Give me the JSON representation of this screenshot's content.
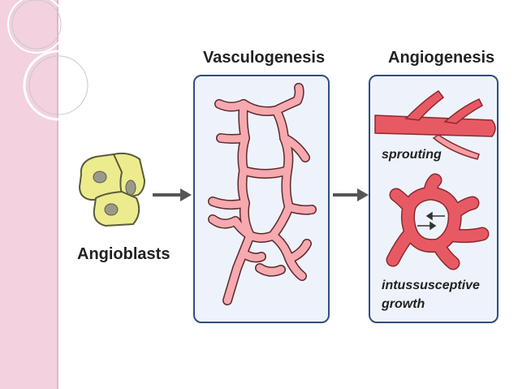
{
  "labels": {
    "vasculogenesis": "Vasculogenesis",
    "angiogenesis": "Angiogenesis",
    "angioblasts": "Angioblasts",
    "sprouting": "sprouting",
    "intussusceptive_line1": "intussusceptive",
    "intussusceptive_line2": "growth"
  },
  "colors": {
    "vessel_fill": "#f6a9ae",
    "vessel_stroke": "#5a2a2e",
    "angio_vessel": "#e85a63",
    "cell_fill": "#ecec8f",
    "nucleus": "#9a9a8a",
    "panel_border": "#2f4f7f",
    "panel_fill": "#eef3fb",
    "side_band": "#f3d1df"
  }
}
